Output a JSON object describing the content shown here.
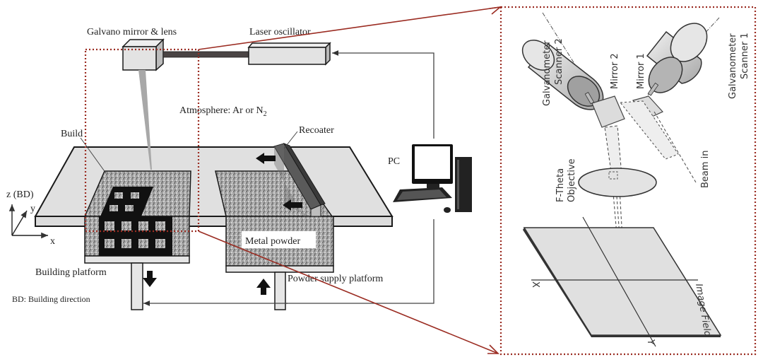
{
  "left_panel": {
    "labels": {
      "galvano": "Galvano mirror & lens",
      "laser": "Laser oscillator",
      "atmosphere": "Atmosphere: Ar or N",
      "atmosphere_sub": "2",
      "build": "Build",
      "recoater": "Recoater",
      "pc": "PC",
      "metal_powder": "Metal powder",
      "building_platform": "Building platform",
      "powder_supply_platform": "Powder supply platform",
      "bd_legend": "BD: Building direction"
    },
    "axes": {
      "z": "z (BD)",
      "y": "y",
      "x": "x"
    }
  },
  "right_panel": {
    "labels": {
      "scanner2": [
        "Galvanometer",
        "Scanner 2"
      ],
      "scanner1": [
        "Galvanometer",
        "Scanner 1"
      ],
      "mirror2": "Mirror 2",
      "mirror1": "Mirror 1",
      "objective": [
        "F-Theta",
        "Objective"
      ],
      "beam_in": "Beam in",
      "image_field": "Image Field",
      "axis_x": "X",
      "axis_y": "Y"
    }
  },
  "colors": {
    "highlight": "#9b2c22",
    "powder": "#9a9a9a",
    "plate": "#e0e0e0",
    "dark": "#1a1a1a"
  }
}
